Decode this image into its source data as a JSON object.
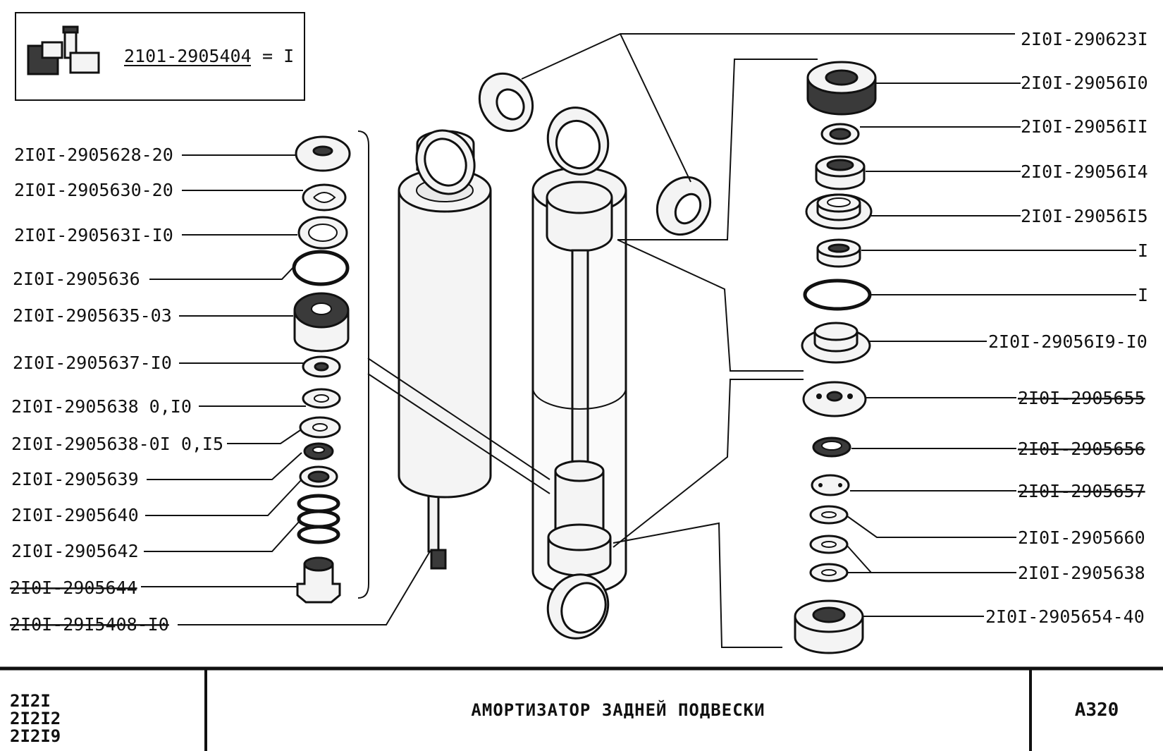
{
  "kit": {
    "part_no": "2101-2905404",
    "suffix": "= I"
  },
  "left_labels": [
    {
      "text": "2I0I-2905628-20"
    },
    {
      "text": "2I0I-2905630-20"
    },
    {
      "text": "2I0I-290563I-I0"
    },
    {
      "text": "2I0I-2905636"
    },
    {
      "text": "2I0I-2905635-03"
    },
    {
      "text": "2I0I-2905637-I0"
    },
    {
      "text": "2I0I-2905638 0,I0"
    },
    {
      "text": "2I0I-2905638-0I 0,I5"
    },
    {
      "text": "2I0I-2905639"
    },
    {
      "text": "2I0I-2905640"
    },
    {
      "text": "2I0I-2905642"
    },
    {
      "text": "2I0I-2905644",
      "struck": true
    },
    {
      "text": "2I0I-29I5408-I0",
      "struck": true
    }
  ],
  "right_labels": [
    {
      "text": "2I0I-290623I"
    },
    {
      "text": "2I0I-29056I0"
    },
    {
      "text": "2I0I-29056II"
    },
    {
      "text": "2I0I-29056I4"
    },
    {
      "text": "2I0I-29056I5"
    },
    {
      "text": "I"
    },
    {
      "text": "I"
    },
    {
      "text": "2I0I-29056I9-I0"
    },
    {
      "text": "2I0I-2905655",
      "struck": true
    },
    {
      "text": "2I0I-2905656",
      "struck": true
    },
    {
      "text": "2I0I-2905657",
      "struck": true
    },
    {
      "text": "2I0I-2905660"
    },
    {
      "text": "2I0I-2905638"
    },
    {
      "text": "2I0I-2905654-40"
    }
  ],
  "title_block": {
    "models": [
      "2I2I",
      "2I2I2",
      "2I2I9"
    ],
    "title": "АМОРТИЗАТОР ЗАДНЕЙ ПОДВЕСКИ",
    "code": "А320"
  }
}
